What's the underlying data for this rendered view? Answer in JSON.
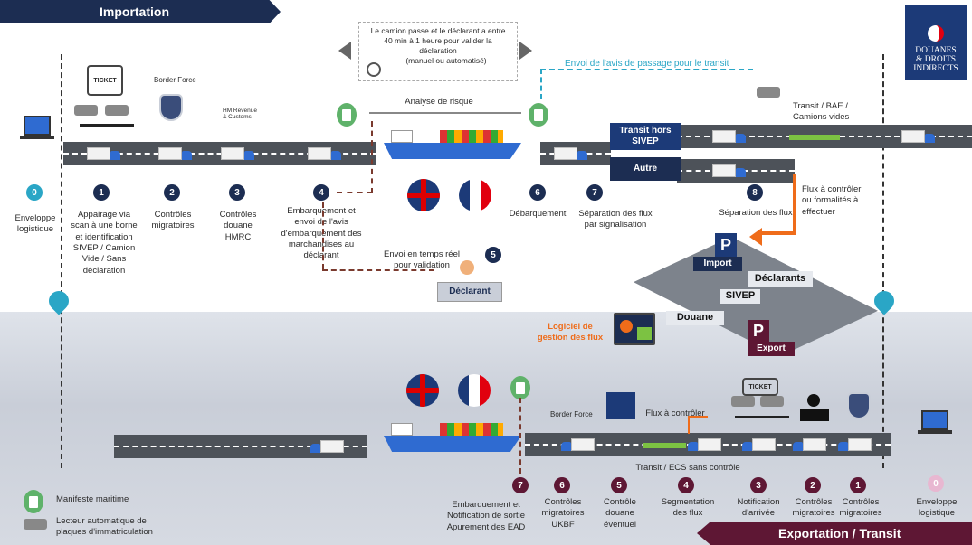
{
  "header": {
    "import_title": "Importation",
    "export_title": "Exportation / Transit"
  },
  "logo": {
    "line1": "DOUANES",
    "line2": "& DROITS",
    "line3": "INDIRECTS"
  },
  "top_note": {
    "text1": "Le camion passe et le déclarant a entre",
    "text2": "40 min à 1 heure pour valider la",
    "text3": "déclaration",
    "text4": "(manuel ou automatisé)"
  },
  "import_flow": {
    "risk_label": "Analyse de risque",
    "transit_notice": "Envoi de l'avis de passage pour le transit",
    "transit_bae": "Transit / BAE /\nCamions vides",
    "btn_transit_hors": "Transit hors\nSIVEP",
    "btn_autre": "Autre",
    "flux_controle": "Flux à contrôler\nou formalités à\neffectuer",
    "realtime": "Envoi en temps réel\npour validation",
    "declarant_label": "Déclarant",
    "steps": [
      {
        "num": "0",
        "label": "Enveloppe\nlogistique"
      },
      {
        "num": "1",
        "label": "Appairage via\nscan à une borne\net identification\nSIVEP / Camion\nVide / Sans\ndéclaration"
      },
      {
        "num": "2",
        "label": "Contrôles\nmigratoires"
      },
      {
        "num": "3",
        "label": "Contrôles\ndouane\nHMRC"
      },
      {
        "num": "4",
        "label": "Embarquement et\nenvoi de l'avis\nd'embarquement des\nmarchandises au\ndéclarant"
      },
      {
        "num": "5",
        "label": ""
      },
      {
        "num": "6",
        "label": "Débarquement"
      },
      {
        "num": "7",
        "label": "Séparation des flux\npar signalisation"
      },
      {
        "num": "8",
        "label": "Séparation des flux"
      }
    ],
    "agencies": {
      "border_force": "Border Force",
      "hmrc": "HM Revenue\n& Customs",
      "ticket": "TICKET"
    }
  },
  "hub": {
    "import": "Import",
    "export": "Export",
    "declarants": "Déclarants",
    "sivep": "SIVEP",
    "douane": "Douane",
    "parking": "P",
    "software": "Logiciel de\ngestion des flux"
  },
  "export_flow": {
    "flux_controle": "Flux à contrôler",
    "transit_ecs": "Transit / ECS sans contrôle",
    "border_force": "Border Force",
    "ticket": "TICKET",
    "steps": [
      {
        "num": "7",
        "label": "Embarquement et\nNotification de sortie\nApurement des EAD"
      },
      {
        "num": "6",
        "label": "Contrôles\nmigratoires\nUKBF"
      },
      {
        "num": "5",
        "label": "Contrôle\ndouane\néventuel"
      },
      {
        "num": "4",
        "label": "Segmentation\ndes flux"
      },
      {
        "num": "3",
        "label": "Notification\nd'arrivée"
      },
      {
        "num": "2",
        "label": "Contrôles\nmigratoires"
      },
      {
        "num": "1",
        "label": "Contrôles\nmigratoires"
      },
      {
        "num": "0",
        "label": "Enveloppe\nlogistique"
      }
    ]
  },
  "legend": {
    "manifest": "Manifeste maritime",
    "reader": "Lecteur automatique de\nplaques d'immatriculation"
  },
  "colors": {
    "navy": "#1c2d52",
    "teal": "#2aa6c6",
    "maroon": "#5e1734",
    "pink": "#e8b7d1",
    "orange": "#ef6c1a",
    "green": "#7cc242",
    "road": "#4d5259"
  }
}
